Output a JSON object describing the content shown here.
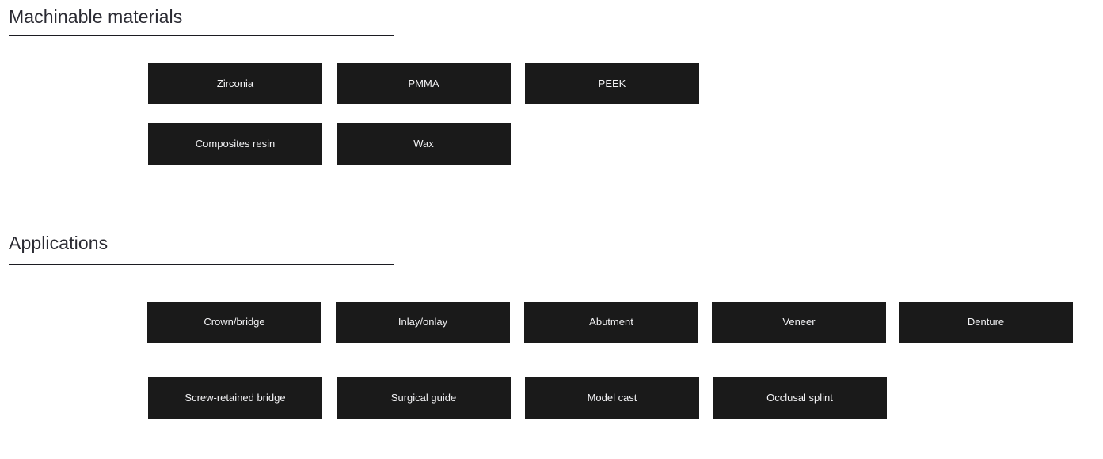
{
  "theme": {
    "background": "#ffffff",
    "chip_background": "#1a1a1a",
    "chip_text": "#f2f2f4",
    "heading_text": "#2b2b33",
    "rule_color": "#1c1c22"
  },
  "sections": [
    {
      "id": "machinable-materials",
      "heading": "Machinable materials",
      "rows": [
        {
          "items": [
            "Zirconia",
            "PMMA",
            "PEEK"
          ]
        },
        {
          "items": [
            "Composites resin",
            "Wax"
          ]
        }
      ]
    },
    {
      "id": "applications",
      "heading": "Applications",
      "rows": [
        {
          "items": [
            "Crown/bridge",
            "Inlay/onlay",
            "Abutment",
            "Veneer",
            "Denture"
          ]
        },
        {
          "items": [
            "Screw-retained bridge",
            "Surgical guide",
            "Model cast",
            "Occlusal splint"
          ]
        }
      ]
    }
  ]
}
